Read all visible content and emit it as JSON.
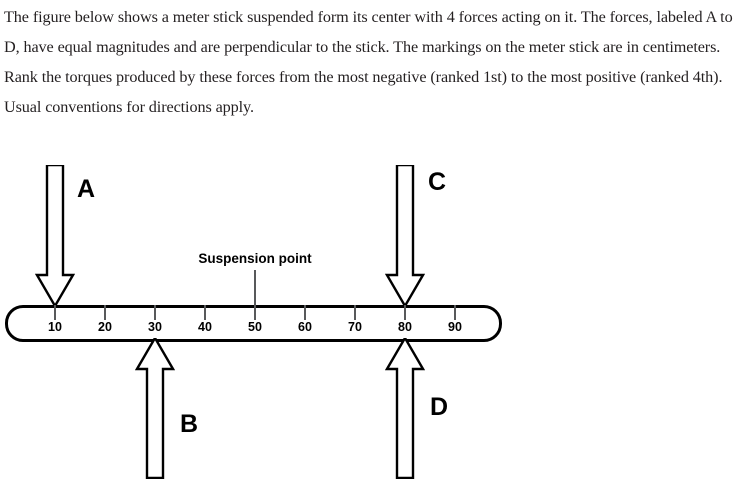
{
  "problem": {
    "statement": "The figure below shows a meter stick suspended form its center with 4 forces acting on it. The forces, labeled A to D, have equal magnitudes and are perpendicular to the stick. The markings on the meter stick are in centimeters. Rank the torques produced by these forces from the most negative (ranked 1st) to the most positive (ranked 4th). Usual conventions for directions apply."
  },
  "figure": {
    "suspension_label": "Suspension point",
    "suspension_position_cm": 50,
    "stick": {
      "units": "centimeters",
      "tick_labels": [
        "10",
        "20",
        "30",
        "40",
        "50",
        "60",
        "70",
        "80",
        "90"
      ],
      "tick_values_cm": [
        10,
        20,
        30,
        40,
        50,
        60,
        70,
        80,
        90
      ],
      "range_cm": [
        0,
        100
      ]
    },
    "forces": [
      {
        "label": "A",
        "position_cm": 10,
        "direction": "down",
        "side": "above"
      },
      {
        "label": "C",
        "position_cm": 80,
        "direction": "down",
        "side": "above"
      },
      {
        "label": "B",
        "position_cm": 30,
        "direction": "up",
        "side": "below"
      },
      {
        "label": "D",
        "position_cm": 80,
        "direction": "up",
        "side": "below"
      }
    ]
  },
  "colors": {
    "outline": "#000000",
    "tick": "#58595b",
    "text": "#231f20",
    "background": "#ffffff"
  }
}
